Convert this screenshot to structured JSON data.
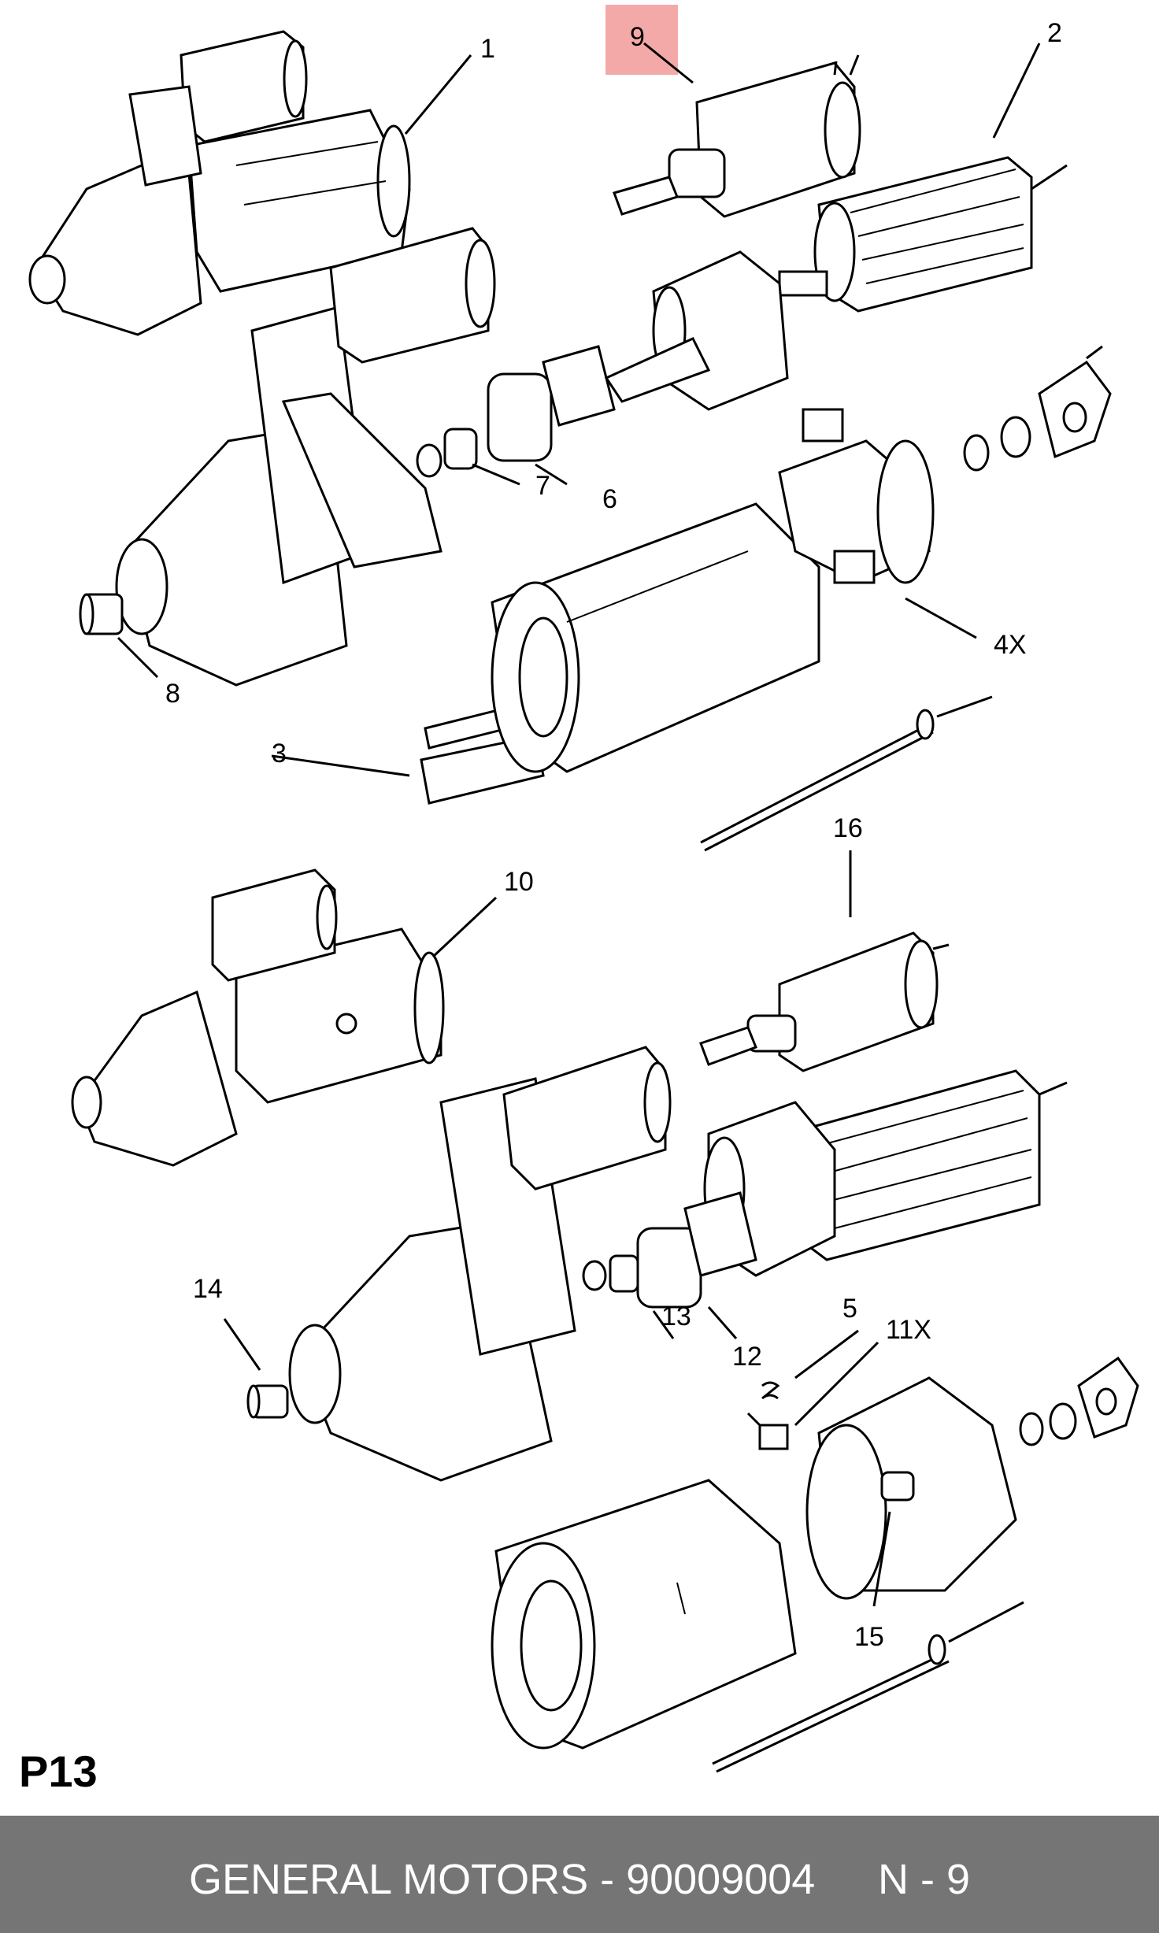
{
  "diagram": {
    "page_code": "P13",
    "highlighted_label": "9",
    "labels": {
      "l1": "1",
      "l2": "2",
      "l3": "3",
      "l4x": "4X",
      "l5": "5",
      "l6": "6",
      "l7": "7",
      "l8": "8",
      "l9": "9",
      "l10": "10",
      "l11x": "11X",
      "l12": "12",
      "l13": "13",
      "l14": "14",
      "l15": "15",
      "l16": "16"
    }
  },
  "footer": {
    "brand_part": "GENERAL MOTORS - 90009004",
    "position": "N - 9"
  },
  "colors": {
    "highlight": "#f29a9a",
    "footer_bg": "#757575",
    "footer_text": "#ffffff"
  }
}
